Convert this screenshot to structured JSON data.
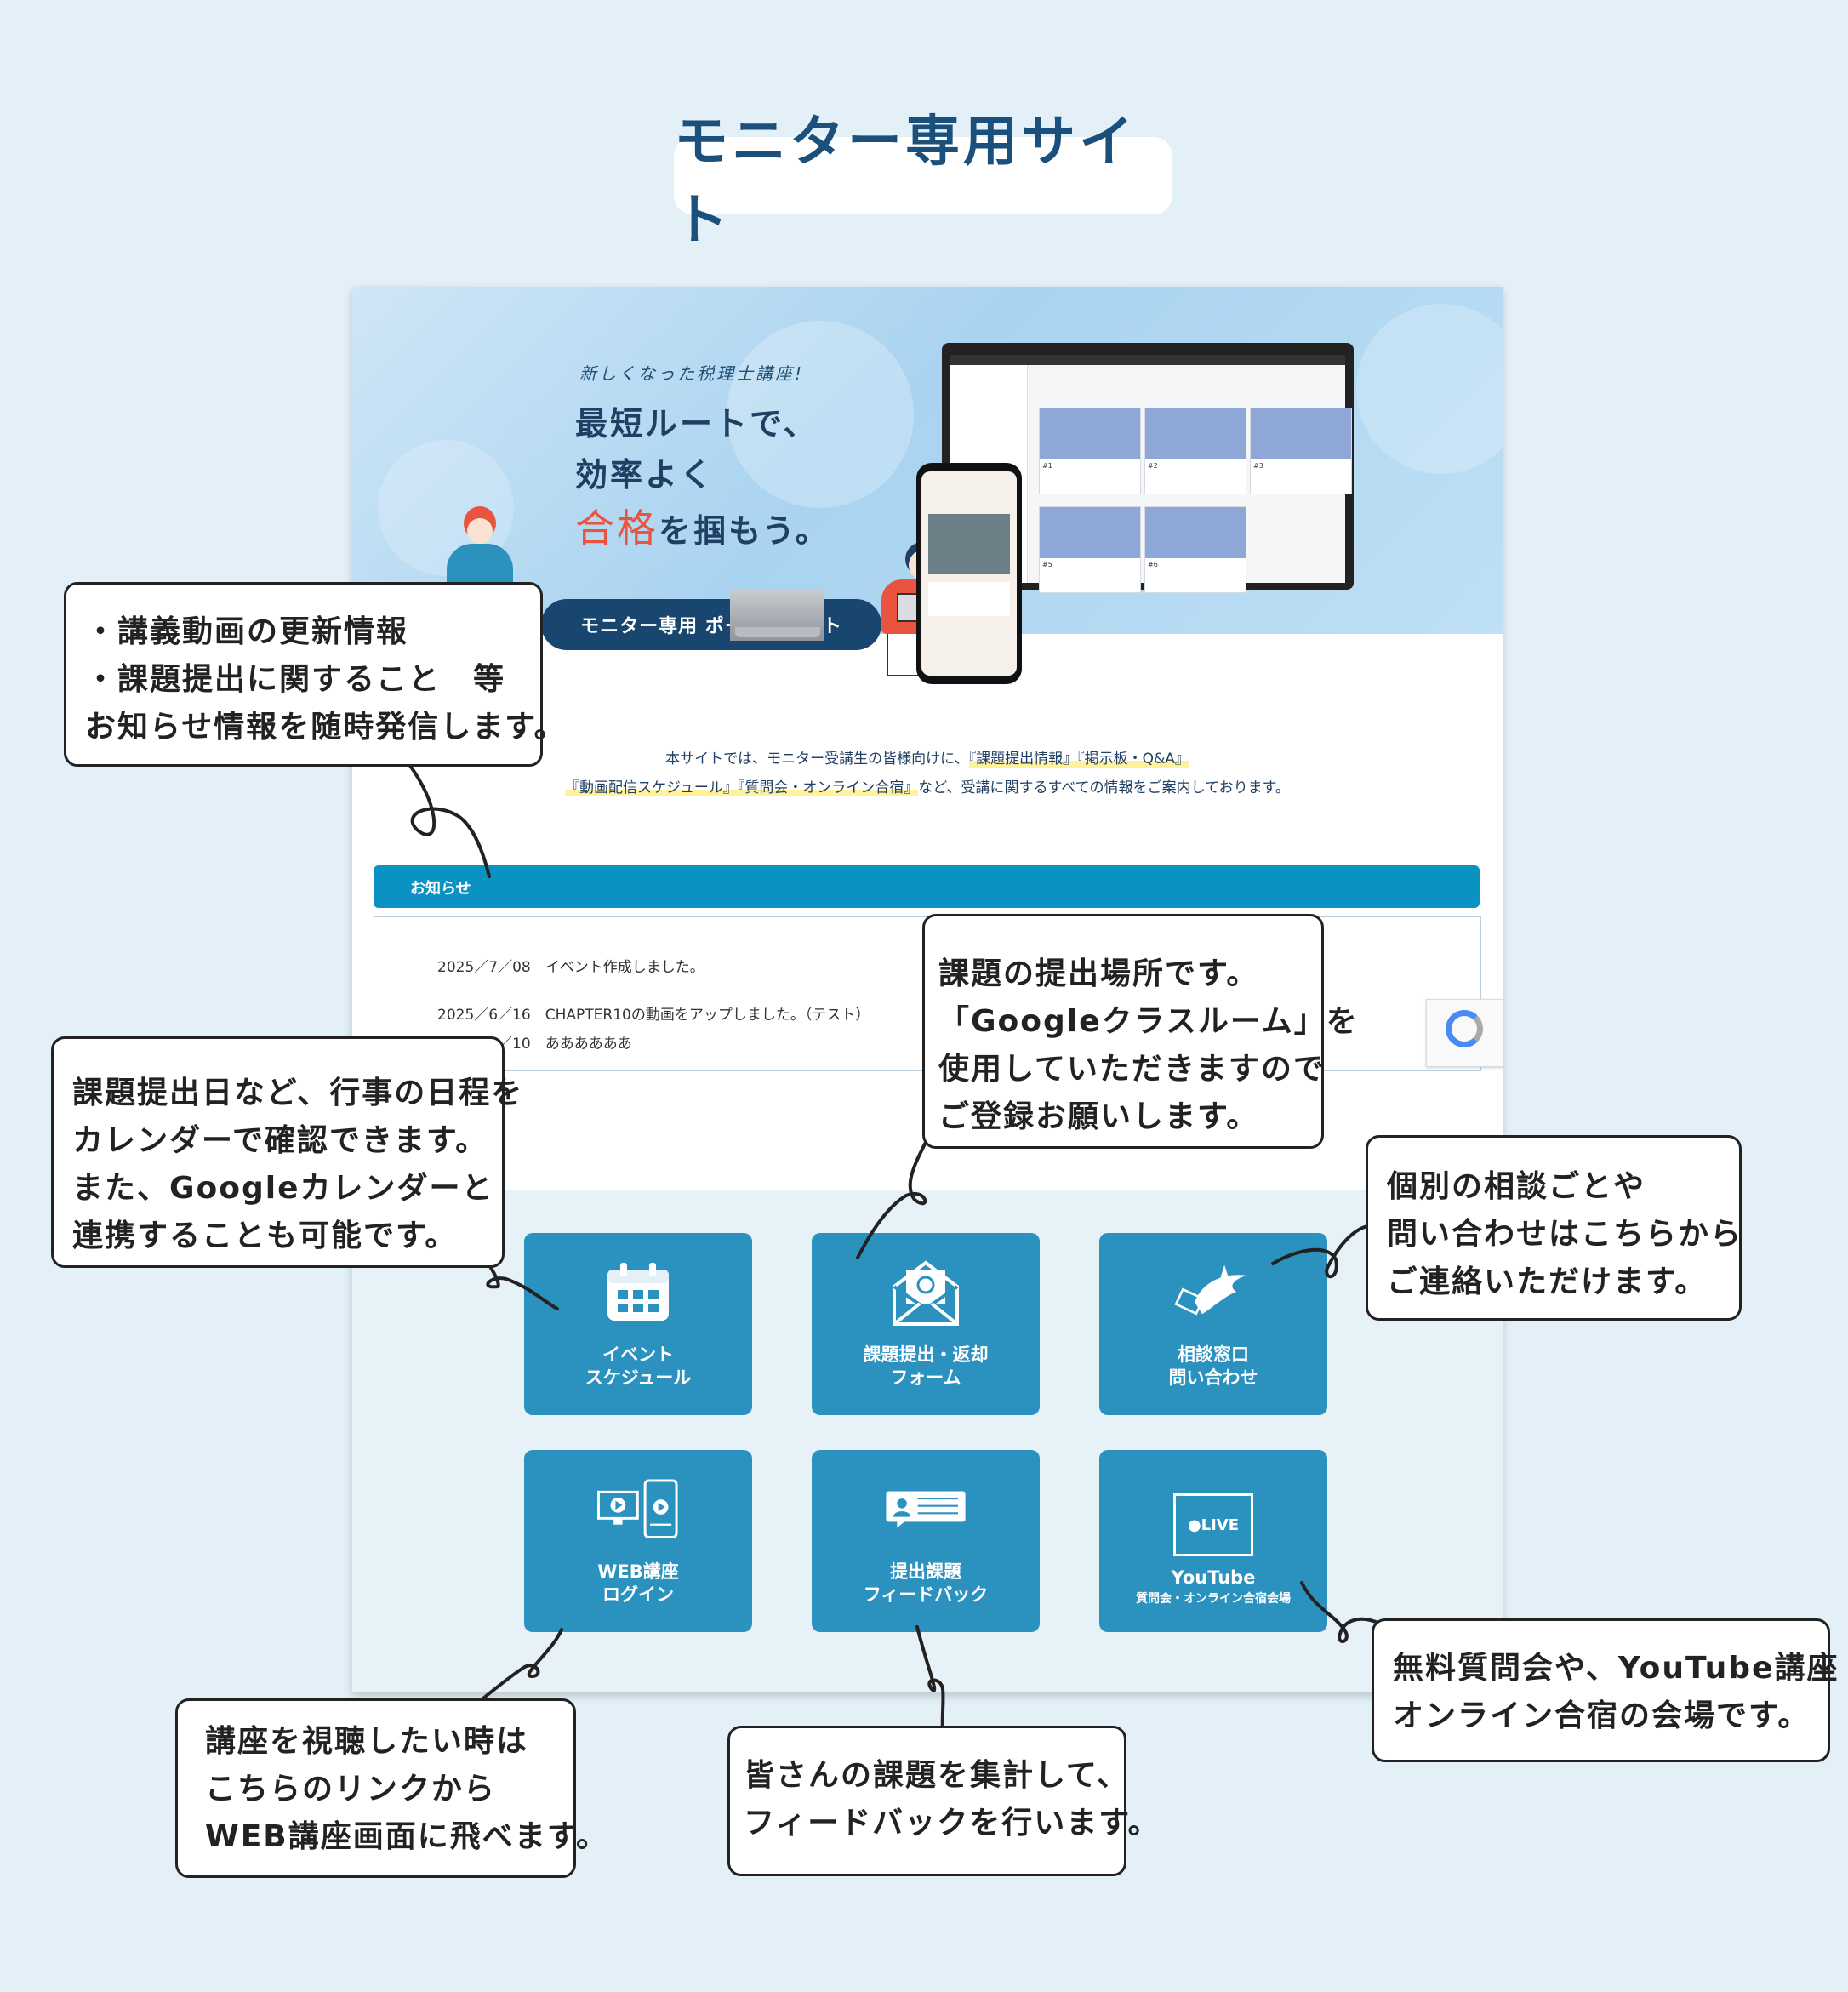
{
  "title": "モニター専用サイト",
  "hero": {
    "tagline": "新しくなった税理士講座!",
    "headline_line1": "最短ルートで、",
    "headline_line2": "効率よく",
    "headline_accent": "合格",
    "headline_line3_rest": "を掴もう。",
    "portal_button": "モニター専用 ポータルサイト"
  },
  "intro": {
    "line1_pre": "本サイトでは、モニター受講生の皆様向けに、",
    "line1_hl": "『課題提出情報』『掲示板・Q&A』",
    "line2_hl": "『動画配信スケジュール』『質問会・オンライン合宿』",
    "line2_post": "など、受講に関するすべての情報をご案内しております。"
  },
  "news": {
    "header": "お知らせ",
    "items": [
      {
        "date": "2025／7／08",
        "text": "イベント作成しました。"
      },
      {
        "date": "2025／6／16",
        "text": "CHAPTER10の動画をアップしました。（テスト）"
      },
      {
        "date": "2025／6／10",
        "text": "ああああああ"
      }
    ]
  },
  "tiles": [
    {
      "line1": "イベント",
      "line2": "スケジュール",
      "icon": "calendar-icon"
    },
    {
      "line1": "課題提出・返却",
      "line2": "フォーム",
      "icon": "mail-icon"
    },
    {
      "line1": "相談窓口",
      "line2": "問い合わせ",
      "icon": "bird-icon"
    },
    {
      "line1": "WEB講座",
      "line2": "ログイン",
      "icon": "devices-icon"
    },
    {
      "line1": "提出課題",
      "line2": "フィードバック",
      "icon": "chat-profile-icon"
    },
    {
      "line1": "YouTube",
      "line2": "質問会・オンライン合宿会場",
      "icon": "live-icon",
      "live_text": "●LIVE"
    }
  ],
  "callouts": {
    "news": [
      "・講義動画の更新情報",
      "・課題提出に関すること　等",
      "お知らせ情報を随時発信します。"
    ],
    "calendar": [
      "課題提出日など、行事の日程を",
      "カレンダーで確認できます。",
      "また、Googleカレンダーと",
      "連携することも可能です。"
    ],
    "submit": [
      "課題の提出場所です。",
      "「Googleクラスルーム」を",
      "使用していただきますので",
      "ご登録お願いします。"
    ],
    "contact": [
      "個別の相談ごとや",
      "問い合わせはこちらから",
      "ご連絡いただけます。"
    ],
    "youtube": [
      "無料質問会や、YouTube講座",
      "オンライン合宿の会場です。"
    ],
    "feedback": [
      "皆さんの課題を集計して、",
      "フィードバックを行います。"
    ],
    "web": [
      "講座を視聴したい時は",
      "こちらのリンクから",
      "WEB講座画面に飛べます。"
    ]
  },
  "colors": {
    "background": "#e3f0f8",
    "title_text": "#1b4f7c",
    "tile": "#2b92c0",
    "news_bar": "#0a93c2",
    "accent_red": "#e8543f"
  }
}
